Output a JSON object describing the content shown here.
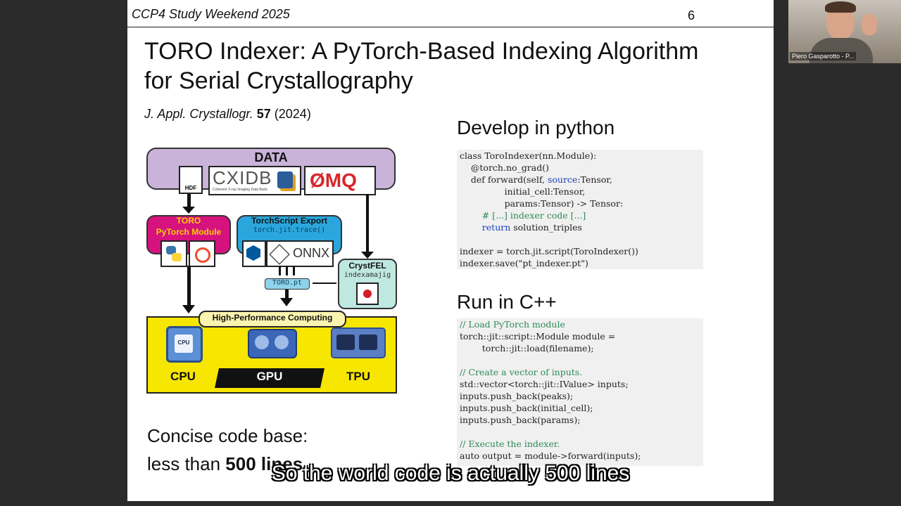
{
  "header": {
    "event": "CCP4 Study Weekend 2025",
    "page": "6"
  },
  "slide": {
    "title_line1": "TORO Indexer: A PyTorch-Based Indexing Algorithm",
    "title_line2": "for Serial Crystallography",
    "citation": {
      "journal": "J. Appl. Crystallogr.",
      "volume": "57",
      "year": "(2024)"
    },
    "python_heading": "Develop in python",
    "cpp_heading": "Run in C++",
    "python_code": [
      "class ToroIndexer(nn.Module):",
      "    @torch.no_grad()",
      "    def forward(self, ",
      "                initial_cell:Tensor,",
      "                params:Tensor) -> Tensor:",
      "        # [...] indexer code [...]",
      "        ",
      "",
      "indexer = torch.jit.script(ToroIndexer())",
      "indexer.save(\"pt_indexer.pt\")"
    ],
    "python_kw": {
      "source": "source",
      "source_rest": ":Tensor,",
      "return": "return",
      "return_rest": " solution_triples"
    },
    "cpp_code": [
      "// Load PyTorch module",
      "torch::jit::script::Module module =",
      "        torch::jit::load(filename);",
      "",
      "// Create a vector of inputs.",
      "std::vector<torch::jit::IValue> inputs;",
      "inputs.push_back(peaks);",
      "inputs.push_back(initial_cell);",
      "inputs.push_back(params);",
      "",
      "// Execute the indexer.",
      "auto output = module->forward(inputs);"
    ],
    "concise_line1": "Concise code base:",
    "concise_line2_prefix": "less than ",
    "concise_line2_bold": "500 lines"
  },
  "diagram": {
    "data_label": "DATA",
    "hdf_label": "HDF",
    "cxidb_label": "CXIDB",
    "cxidb_sub": "Coherent X-ray Imaging Data Bank",
    "zmq_label": "ØMQ",
    "toro_label1": "TORO",
    "toro_label2": "PyTorch Module",
    "ts_label": "TorchScript Export",
    "ts_sub": "torch.jit.trace()",
    "onnx_label": "ONNX",
    "crystfel_label": "CrystFEL",
    "crystfel_sub": "indexamajig",
    "toro_pt": "TORO.pt",
    "hpc_label": "High-Performance Computing",
    "cpu_chip": "CPU",
    "cpu": "CPU",
    "gpu": "GPU",
    "tpu": "TPU"
  },
  "video": {
    "speaker": "Piero Gasparotto - P...",
    "subtitle": "So the world code is actually 500 lines"
  }
}
